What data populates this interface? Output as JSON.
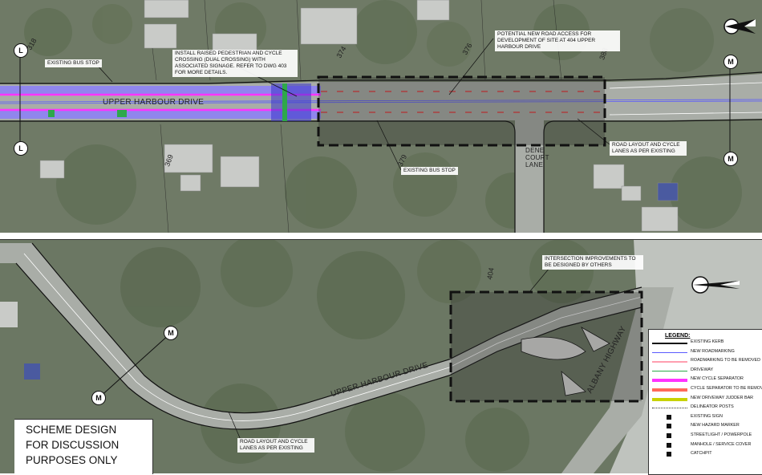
{
  "top_panel": {
    "road_name": "UPPER HARBOUR DRIVE",
    "side_road_name": "DENE COURT LANE",
    "grid_tags_left": [
      "L",
      "L"
    ],
    "grid_tags_right": [
      "M",
      "M"
    ],
    "lot_numbers": [
      "318",
      "374",
      "376",
      "388",
      "369",
      "379"
    ],
    "notes": {
      "bus_stop_west": "EXISTING BUS STOP",
      "crossing": "INSTALL RAISED PEDESTRIAN AND CYCLE CROSSING (DUAL CROSSING) WITH ASSOCIATED SIGNAGE. REFER TO DWG 403 FOR MORE DETAILS.",
      "potential_access": "POTENTIAL NEW ROAD ACCESS FOR DEVELOPMENT OF SITE AT 404 UPPER HARBOUR DRIVE",
      "bus_stop_east": "EXISTING BUS STOP",
      "road_layout": "ROAD LAYOUT AND CYCLE LANES AS PER EXISTING"
    }
  },
  "bottom_panel": {
    "road_name": "UPPER HARBOUR DRIVE",
    "cross_road_name": "ALBANY HIGHWAY",
    "grid_tags": [
      "M",
      "M"
    ],
    "lot_number": "404",
    "notes": {
      "intersection": "INTERSECTION IMPROVEMENTS TO BE DESIGNED BY OTHERS",
      "road_layout": "ROAD LAYOUT AND CYCLE LANES AS PER EXISTING"
    },
    "disclaimer": [
      "SCHEME DESIGN",
      "FOR DISCUSSION",
      "PURPOSES ONLY"
    ]
  },
  "legend": {
    "title": "LEGEND:",
    "items": [
      {
        "label": "EXISTING KERB",
        "color": "#111111",
        "style": "line"
      },
      {
        "label": "NEW ROADMARKING",
        "color": "#5b5bff",
        "style": "line"
      },
      {
        "label": "ROADMARKING TO BE REMOVED",
        "color": "#ff9fb0",
        "style": "line"
      },
      {
        "label": "DRIVEWAY",
        "color": "#2ea84a",
        "style": "line"
      },
      {
        "label": "NEW CYCLE SEPARATOR",
        "color": "#ff33ff",
        "style": "bar"
      },
      {
        "label": "CYCLE SEPARATOR TO BE REMOVED",
        "color": "#ff6a5a",
        "style": "bar"
      },
      {
        "label": "NEW DRIVEWAY JUDDER BAR",
        "color": "#c8d200",
        "style": "bar"
      },
      {
        "label": "DELINEATOR POSTS",
        "color": "#333333",
        "style": "dots"
      },
      {
        "label": "EXISTING SIGN",
        "color": "#111111",
        "style": "sym"
      },
      {
        "label": "NEW HAZARD MARKER",
        "color": "#111111",
        "style": "sym"
      },
      {
        "label": "STREETLIGHT / POWERPOLE",
        "color": "#111111",
        "style": "sym"
      },
      {
        "label": "MANHOLE / SERVICE COVER",
        "color": "#111111",
        "style": "sym"
      },
      {
        "label": "CATCHPIT",
        "color": "#111111",
        "style": "sym"
      }
    ]
  },
  "colors": {
    "vegetation": "#6f7a66",
    "road": "#a8aca6",
    "highlight_box": "#3a3a3a",
    "cycle_lane": "#8a7cff",
    "separator": "#ff33ff"
  },
  "icons": [
    "north-arrow-icon",
    "north-arrow-icon"
  ]
}
